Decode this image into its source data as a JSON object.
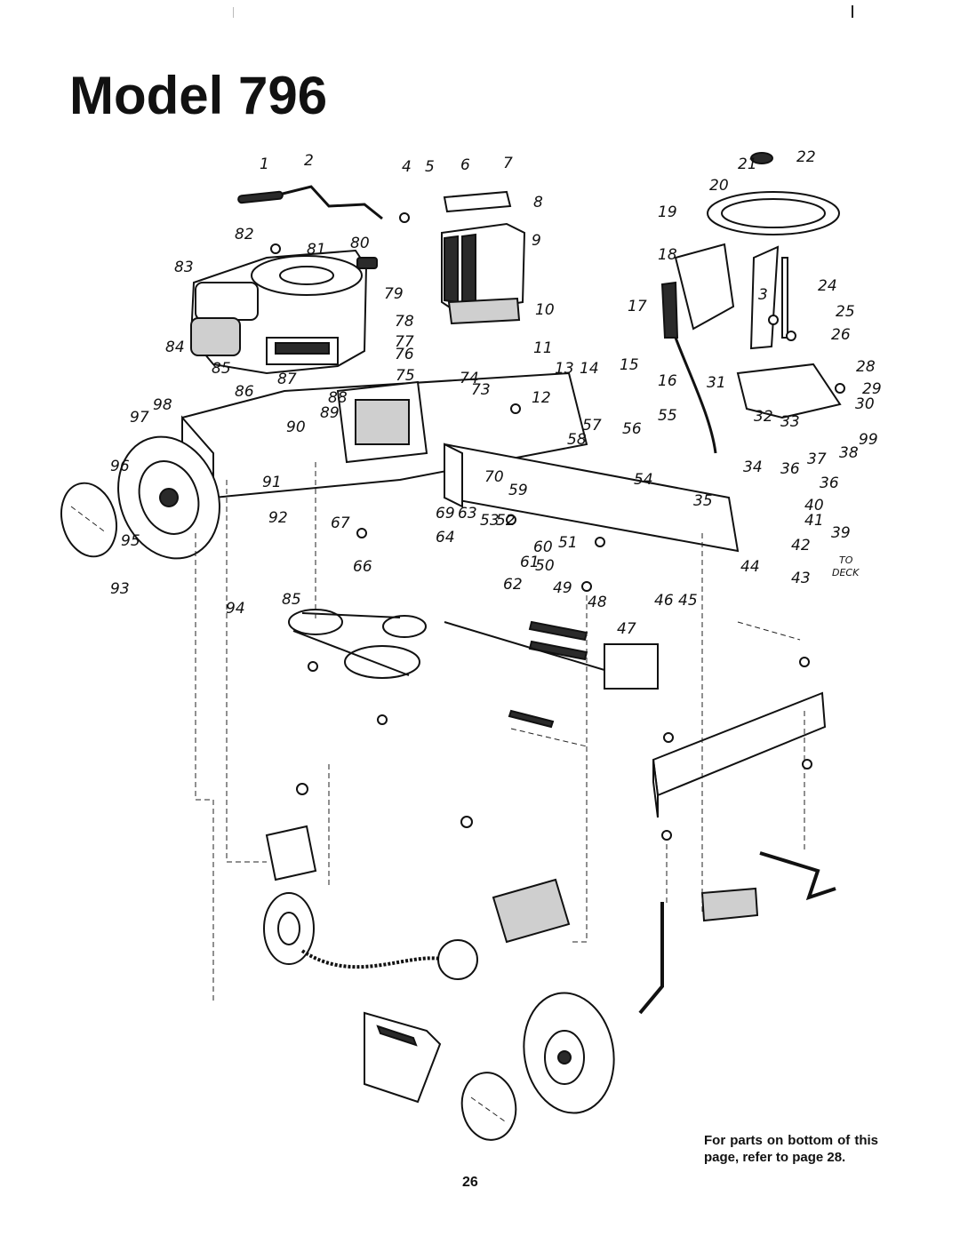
{
  "title": "Model 796",
  "page_number": "26",
  "note": "For parts on bottom of this page, refer to page 28.",
  "to_deck_label": [
    "TO",
    "DECK"
  ],
  "callouts": [
    "1",
    "2",
    "4",
    "5",
    "6",
    "7",
    "8",
    "9",
    "80",
    "81",
    "82",
    "83",
    "79",
    "78",
    "77",
    "76",
    "75",
    "74",
    "73",
    "10",
    "11",
    "12",
    "13",
    "14",
    "15",
    "16",
    "17",
    "18",
    "19",
    "20",
    "21",
    "22",
    "24",
    "3",
    "25",
    "26",
    "28",
    "29",
    "30",
    "31",
    "32",
    "33",
    "99",
    "37",
    "38",
    "34",
    "36",
    "36",
    "35",
    "40",
    "41",
    "39",
    "42",
    "43",
    "44",
    "55",
    "56",
    "57",
    "58",
    "54",
    "84",
    "85",
    "86",
    "87",
    "88",
    "89",
    "90",
    "98",
    "97",
    "96",
    "91",
    "95",
    "93",
    "92",
    "67",
    "66",
    "94",
    "85",
    "70",
    "59",
    "69",
    "63",
    "64",
    "53",
    "52",
    "51",
    "60",
    "61",
    "50",
    "62",
    "49",
    "46",
    "45",
    "48",
    "47"
  ]
}
